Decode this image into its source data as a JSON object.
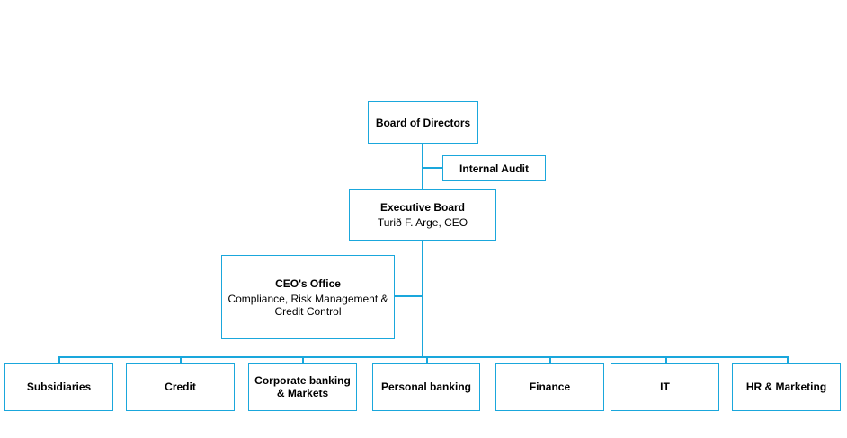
{
  "org_chart": {
    "board": {
      "title": "Board of Directors"
    },
    "internal_audit": {
      "title": "Internal Audit"
    },
    "executive_board": {
      "title": "Executive Board",
      "subtitle": "Turið F. Arge, CEO"
    },
    "ceo_office": {
      "title": "CEO's Office",
      "subtitle_line1": "Compliance, Risk Management &",
      "subtitle_line2": "Credit Control"
    },
    "departments": [
      {
        "title": "Subsidiaries"
      },
      {
        "title": "Credit"
      },
      {
        "title_line1": "Corporate banking",
        "title_line2": "& Markets"
      },
      {
        "title": "Personal banking"
      },
      {
        "title": "Finance"
      },
      {
        "title": "IT"
      },
      {
        "title": "HR & Marketing"
      }
    ],
    "line_color": "#1aa7dc"
  }
}
